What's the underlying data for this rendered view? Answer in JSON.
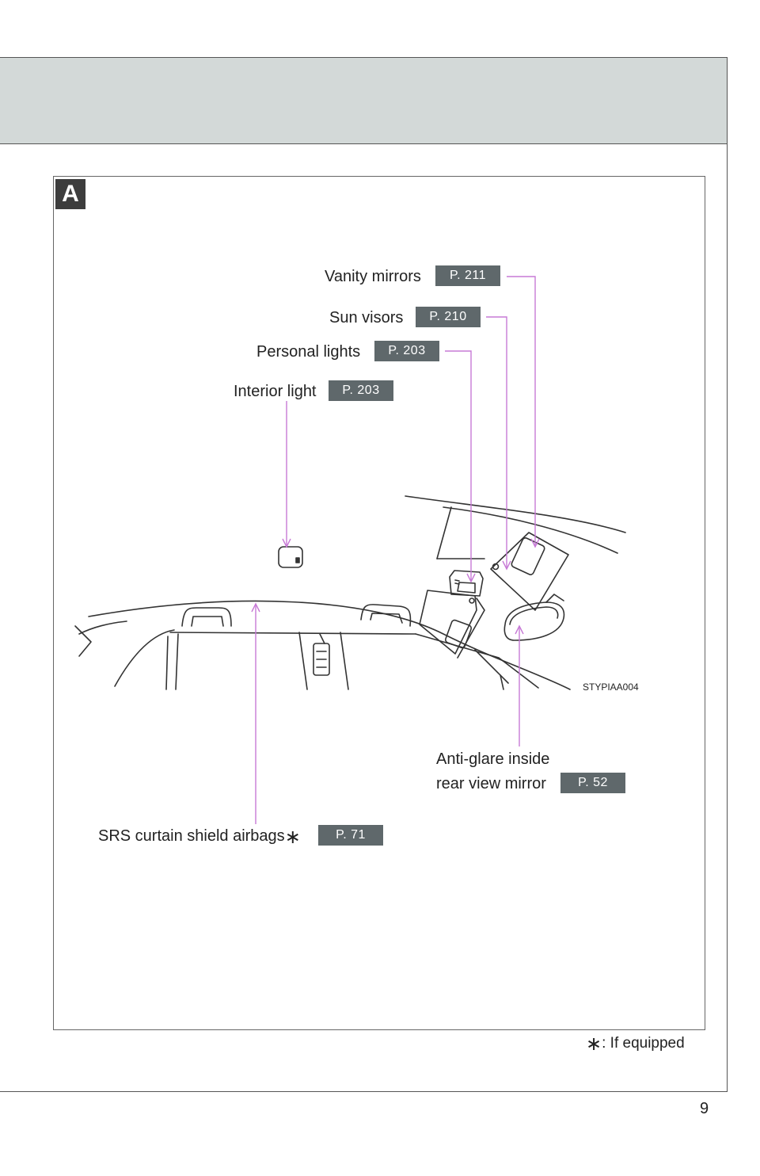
{
  "section": {
    "badge": "A"
  },
  "callouts": {
    "vanity_mirrors": {
      "label": "Vanity mirrors",
      "ref": "P. 211"
    },
    "sun_visors": {
      "label": "Sun visors",
      "ref": "P. 210"
    },
    "personal_lights": {
      "label": "Personal lights",
      "ref": "P. 203"
    },
    "interior_light": {
      "label": "Interior light",
      "ref": "P. 203"
    },
    "anti_glare_mirror": {
      "label_line1": "Anti-glare inside",
      "label_line2": "rear view mirror",
      "ref": "P. 52"
    },
    "srs_airbags": {
      "label": "SRS curtain shield airbags",
      "marker": "∗",
      "ref": "P. 71"
    }
  },
  "illustration": {
    "code": "STYPIAA004"
  },
  "footnote": {
    "marker": "∗",
    "text": ": If equipped"
  },
  "page": {
    "number": "9"
  },
  "colors": {
    "leader_line": "#c77ad6",
    "ref_badge": "#5f686b",
    "header_band": "#d3d9d8"
  }
}
